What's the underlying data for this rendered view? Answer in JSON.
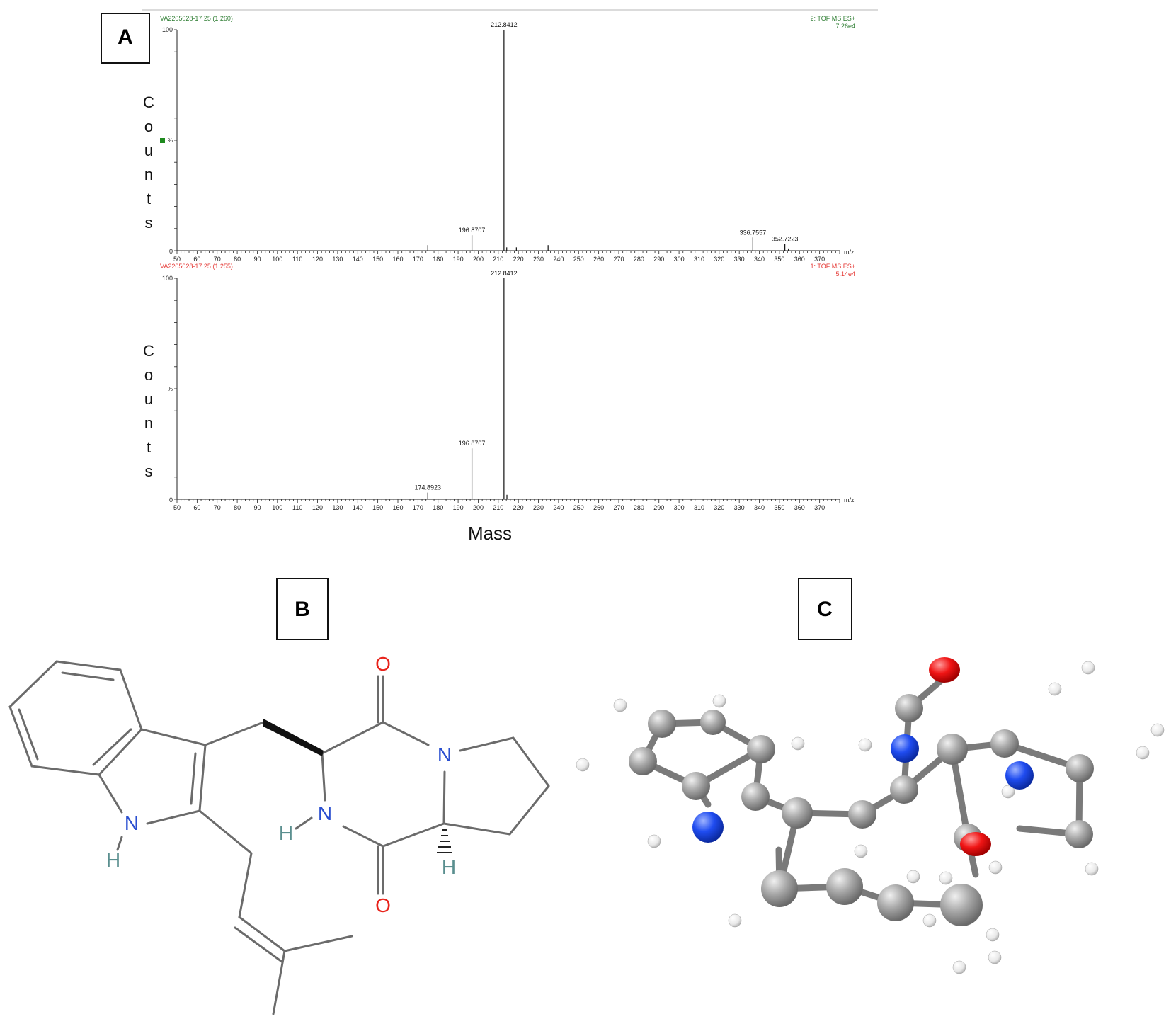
{
  "panels": {
    "a": {
      "label": "A"
    },
    "b": {
      "label": "B"
    },
    "c": {
      "label": "C"
    }
  },
  "colors": {
    "spectrum_top_header": "#2e7d32",
    "spectrum_bottom_header": "#e53935",
    "axis": "#222222",
    "oxygen": "#e8231b",
    "nitrogen": "#2148e8",
    "hydrogen_label": "#5a8f8f",
    "carbon_atom": "#8d8d8d",
    "hydrogen_atom": "#f2f2f2",
    "bond": "#6d6d6d"
  },
  "chart_data": [
    {
      "type": "bar",
      "title_left": "VA2205028-17 25 (1.260)",
      "title_right_line1": "2: TOF MS ES+",
      "title_right_line2": "7.26e4",
      "ylabel": "Counts",
      "xlabel": "m/z",
      "xlim": [
        50,
        380
      ],
      "ylim": [
        0,
        100
      ],
      "ytick_top": "100",
      "ytick_mid": "%",
      "ytick_bottom": "0",
      "xticks": [
        50,
        60,
        70,
        80,
        90,
        100,
        110,
        120,
        130,
        140,
        150,
        160,
        170,
        180,
        190,
        200,
        210,
        220,
        230,
        240,
        250,
        260,
        270,
        280,
        290,
        300,
        310,
        320,
        330,
        340,
        350,
        360,
        370
      ],
      "peaks": [
        {
          "x": 174.9,
          "y": 2.5
        },
        {
          "x": 196.8707,
          "y": 7,
          "label": "196.8707"
        },
        {
          "x": 212.8412,
          "y": 100,
          "label": "212.8412"
        },
        {
          "x": 214.2,
          "y": 1.5
        },
        {
          "x": 219.0,
          "y": 1.5
        },
        {
          "x": 234.8,
          "y": 2.5
        },
        {
          "x": 336.7557,
          "y": 6,
          "label": "336.7557"
        },
        {
          "x": 352.7223,
          "y": 3,
          "label": "352.7223"
        },
        {
          "x": 354.5,
          "y": 1
        }
      ]
    },
    {
      "type": "bar",
      "title_left": "VA2205028-17 25 (1.255)",
      "title_right_line1": "1: TOF MS ES+",
      "title_right_line2": "5.14e4",
      "ylabel": "Counts",
      "xlabel": "m/z",
      "xlim": [
        50,
        380
      ],
      "ylim": [
        0,
        100
      ],
      "ytick_top": "100",
      "ytick_mid": "%",
      "ytick_bottom": "0",
      "xticks": [
        50,
        60,
        70,
        80,
        90,
        100,
        110,
        120,
        130,
        140,
        150,
        160,
        170,
        180,
        190,
        200,
        210,
        220,
        230,
        240,
        250,
        260,
        270,
        280,
        290,
        300,
        310,
        320,
        330,
        340,
        350,
        360,
        370
      ],
      "peaks": [
        {
          "x": 174.8923,
          "y": 3,
          "label": "174.8923"
        },
        {
          "x": 196.8707,
          "y": 23,
          "label": "196.8707"
        },
        {
          "x": 212.8412,
          "y": 100,
          "label": "212.8412"
        },
        {
          "x": 214.3,
          "y": 2
        }
      ]
    }
  ],
  "common_xlabel": "Mass",
  "structure_b": {
    "atoms": [
      {
        "t": "N",
        "color": "nitrogen"
      },
      {
        "t": "H",
        "color": "hydrogen_label"
      },
      {
        "t": "N",
        "color": "nitrogen"
      },
      {
        "t": "H",
        "color": "hydrogen_label"
      },
      {
        "t": "N",
        "color": "nitrogen"
      },
      {
        "t": "O",
        "color": "oxygen"
      },
      {
        "t": "O",
        "color": "oxygen"
      },
      {
        "t": "H",
        "color": "hydrogen_label"
      }
    ]
  }
}
